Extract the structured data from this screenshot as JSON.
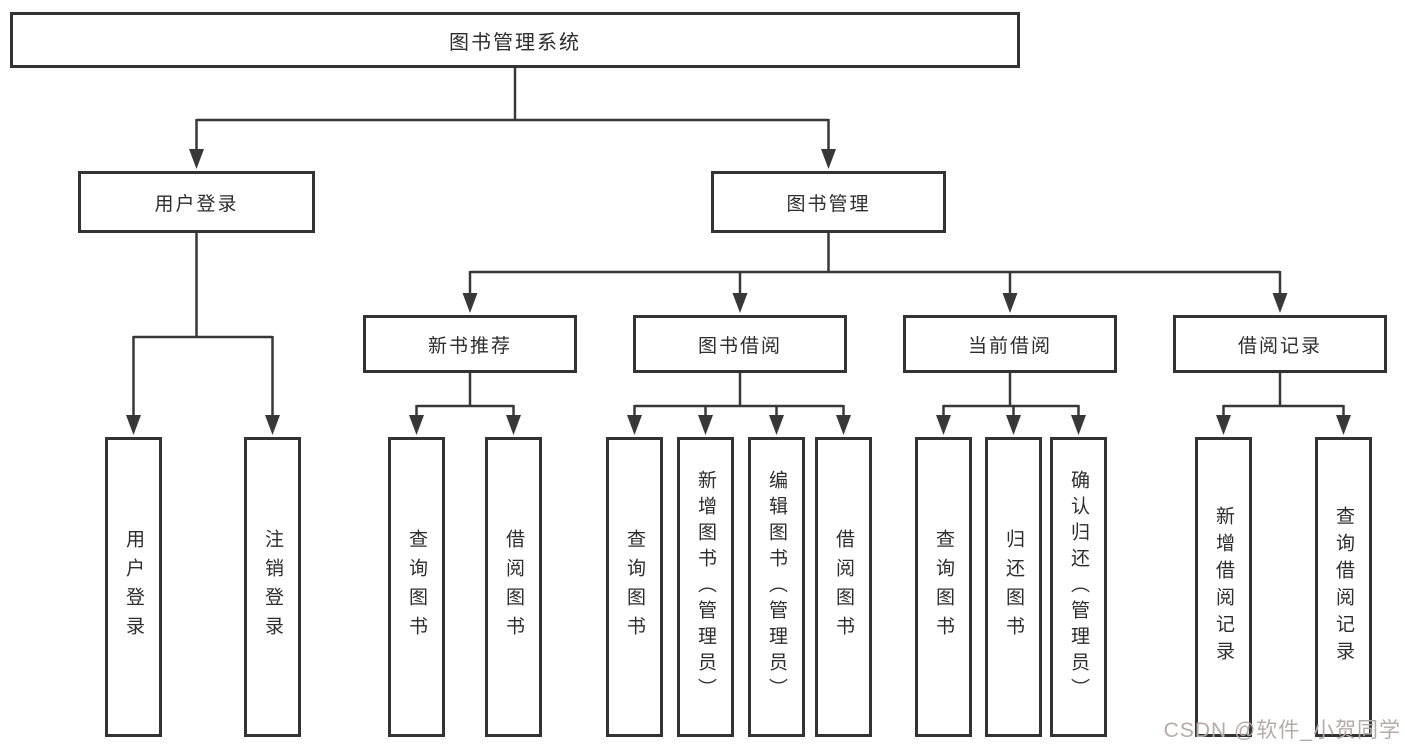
{
  "diagram": {
    "type": "hierarchy-tree",
    "colors": {
      "background": "#ffffff",
      "line": "#383838",
      "box_border": "#333333",
      "text": "#2d2d2d",
      "watermark": "#b4aaaa"
    },
    "nodes": {
      "root": {
        "label": "图书管理系统"
      },
      "user_login": {
        "label": "用户登录"
      },
      "book_management": {
        "label": "图书管理"
      },
      "new_book_recommend": {
        "label": "新书推荐"
      },
      "book_borrow": {
        "label": "图书借阅"
      },
      "current_borrow": {
        "label": "当前借阅"
      },
      "borrow_record": {
        "label": "借阅记录"
      },
      "leaf_user_login": {
        "label": "用户登录"
      },
      "leaf_logout": {
        "label": "注销登录"
      },
      "leaf_query_book_1": {
        "label": "查询图书"
      },
      "leaf_borrow_book_1": {
        "label": "借阅图书"
      },
      "leaf_query_book_2": {
        "label": "查询图书"
      },
      "leaf_add_book_admin": {
        "label": "新增图书（管理员）"
      },
      "leaf_edit_book_admin": {
        "label": "编辑图书（管理员）"
      },
      "leaf_borrow_book_2": {
        "label": "借阅图书"
      },
      "leaf_query_book_3": {
        "label": "查询图书"
      },
      "leaf_return_book": {
        "label": "归还图书"
      },
      "leaf_confirm_return_admin": {
        "label": "确认归还（管理员）"
      },
      "leaf_add_borrow_record": {
        "label": "新增借阅记录"
      },
      "leaf_query_borrow_record": {
        "label": "查询借阅记录"
      }
    },
    "edges": [
      {
        "from": "图书管理系统",
        "to": [
          "用户登录",
          "图书管理"
        ]
      },
      {
        "from": "用户登录",
        "to": [
          "用户登录",
          "注销登录"
        ]
      },
      {
        "from": "图书管理",
        "to": [
          "新书推荐",
          "图书借阅",
          "当前借阅",
          "借阅记录"
        ]
      },
      {
        "from": "新书推荐",
        "to": [
          "查询图书",
          "借阅图书"
        ]
      },
      {
        "from": "图书借阅",
        "to": [
          "查询图书",
          "新增图书（管理员）",
          "编辑图书（管理员）",
          "借阅图书"
        ]
      },
      {
        "from": "当前借阅",
        "to": [
          "查询图书",
          "归还图书",
          "确认归还（管理员）"
        ]
      },
      {
        "from": "借阅记录",
        "to": [
          "新增借阅记录",
          "查询借阅记录"
        ]
      }
    ]
  },
  "watermark": {
    "label": "CSDN @软件_小贺同学"
  }
}
